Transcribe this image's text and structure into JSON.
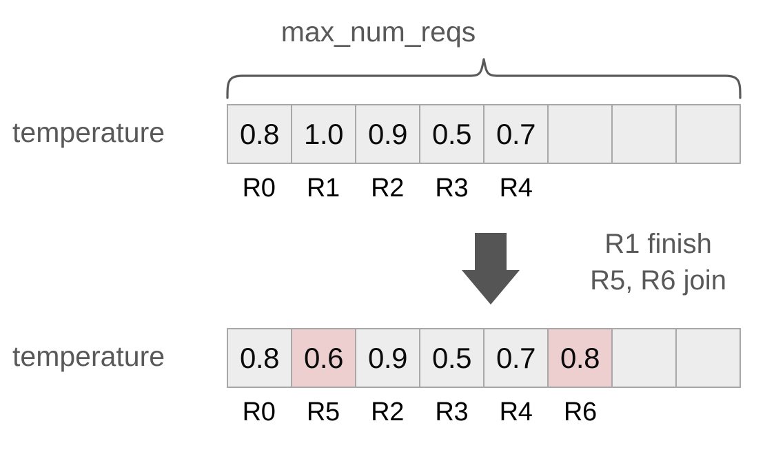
{
  "diagram": {
    "title_label": "max_num_reqs",
    "brace_label": "max_num_reqs",
    "arrow_icon": "down-arrow-icon",
    "annotation": {
      "line1": "R1 finish",
      "line2": "R5, R6 join"
    },
    "colors": {
      "cell_fill": "#ededed",
      "cell_highlight": "#eecfcf",
      "cell_border": "#a8a8a8",
      "label_text": "#595959",
      "value_text": "#0a0a0a",
      "arrow_fill": "#555555",
      "brace_stroke": "#595959",
      "background": "#ffffff"
    },
    "rows": [
      {
        "name": "before",
        "label": "temperature",
        "capacity": 8,
        "cells": [
          {
            "value": "0.8",
            "highlight": false
          },
          {
            "value": "1.0",
            "highlight": false
          },
          {
            "value": "0.9",
            "highlight": false
          },
          {
            "value": "0.5",
            "highlight": false
          },
          {
            "value": "0.7",
            "highlight": false
          },
          {
            "value": "",
            "highlight": false
          },
          {
            "value": "",
            "highlight": false
          },
          {
            "value": "",
            "highlight": false
          }
        ],
        "tick_labels": [
          "R0",
          "R1",
          "R2",
          "R3",
          "R4",
          "",
          "",
          ""
        ]
      },
      {
        "name": "after",
        "label": "temperature",
        "capacity": 8,
        "cells": [
          {
            "value": "0.8",
            "highlight": false
          },
          {
            "value": "0.6",
            "highlight": true
          },
          {
            "value": "0.9",
            "highlight": false
          },
          {
            "value": "0.5",
            "highlight": false
          },
          {
            "value": "0.7",
            "highlight": false
          },
          {
            "value": "0.8",
            "highlight": true
          },
          {
            "value": "",
            "highlight": false
          },
          {
            "value": "",
            "highlight": false
          }
        ],
        "tick_labels": [
          "R0",
          "R5",
          "R2",
          "R3",
          "R4",
          "R6",
          "",
          ""
        ]
      }
    ]
  }
}
